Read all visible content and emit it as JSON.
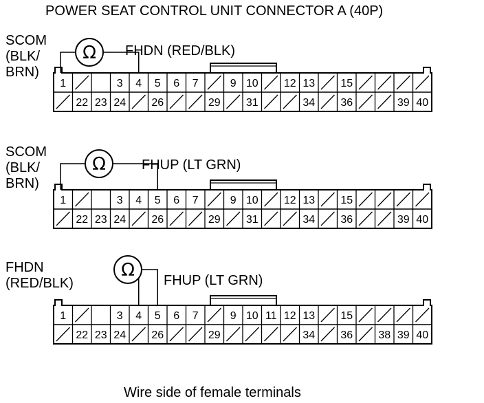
{
  "title": "POWER SEAT CONTROL UNIT CONNECTOR A (40P)",
  "caption": "Wire side of female terminals",
  "ohm_symbol": "Ω",
  "tests": [
    {
      "left_label": [
        "SCOM",
        "(BLK/",
        "BRN)"
      ],
      "right_label": "FHDN (RED/BLK)",
      "pins": [
        1,
        4
      ],
      "top_row": [
        "1",
        "/",
        "",
        "3",
        "4",
        "5",
        "6",
        "7",
        "/",
        "9",
        "10",
        "/",
        "12",
        "13",
        "/",
        "15",
        "/",
        "/",
        "/",
        "/"
      ],
      "bottom_row": [
        "/",
        "22",
        "23",
        "24",
        "/",
        "26",
        "/",
        "/",
        "29",
        "/",
        "31",
        "/",
        "/",
        "34",
        "/",
        "36",
        "/",
        "/",
        "39",
        "40"
      ]
    },
    {
      "left_label": [
        "SCOM",
        "(BLK/",
        "BRN)"
      ],
      "right_label": "FHUP (LT GRN)",
      "pins": [
        1,
        5
      ],
      "top_row": [
        "1",
        "/",
        "",
        "3",
        "4",
        "5",
        "6",
        "7",
        "/",
        "9",
        "10",
        "/",
        "12",
        "13",
        "/",
        "15",
        "/",
        "/",
        "/",
        "/"
      ],
      "bottom_row": [
        "/",
        "22",
        "23",
        "24",
        "/",
        "26",
        "/",
        "/",
        "29",
        "/",
        "31",
        "/",
        "/",
        "34",
        "/",
        "36",
        "/",
        "/",
        "39",
        "40"
      ]
    },
    {
      "left_label": [
        "FHDN",
        "(RED/BLK)"
      ],
      "right_label": "FHUP (LT GRN)",
      "pins": [
        4,
        5
      ],
      "top_row": [
        "1",
        "/",
        "",
        "3",
        "4",
        "5",
        "6",
        "7",
        "/",
        "9",
        "10",
        "11",
        "12",
        "13",
        "/",
        "15",
        "/",
        "/",
        "/",
        "/"
      ],
      "bottom_row": [
        "/",
        "22",
        "23",
        "24",
        "/",
        "26",
        "/",
        "/",
        "29",
        "/",
        "/",
        "/",
        "/",
        "34",
        "/",
        "36",
        "/",
        "38",
        "39",
        "40"
      ]
    }
  ]
}
